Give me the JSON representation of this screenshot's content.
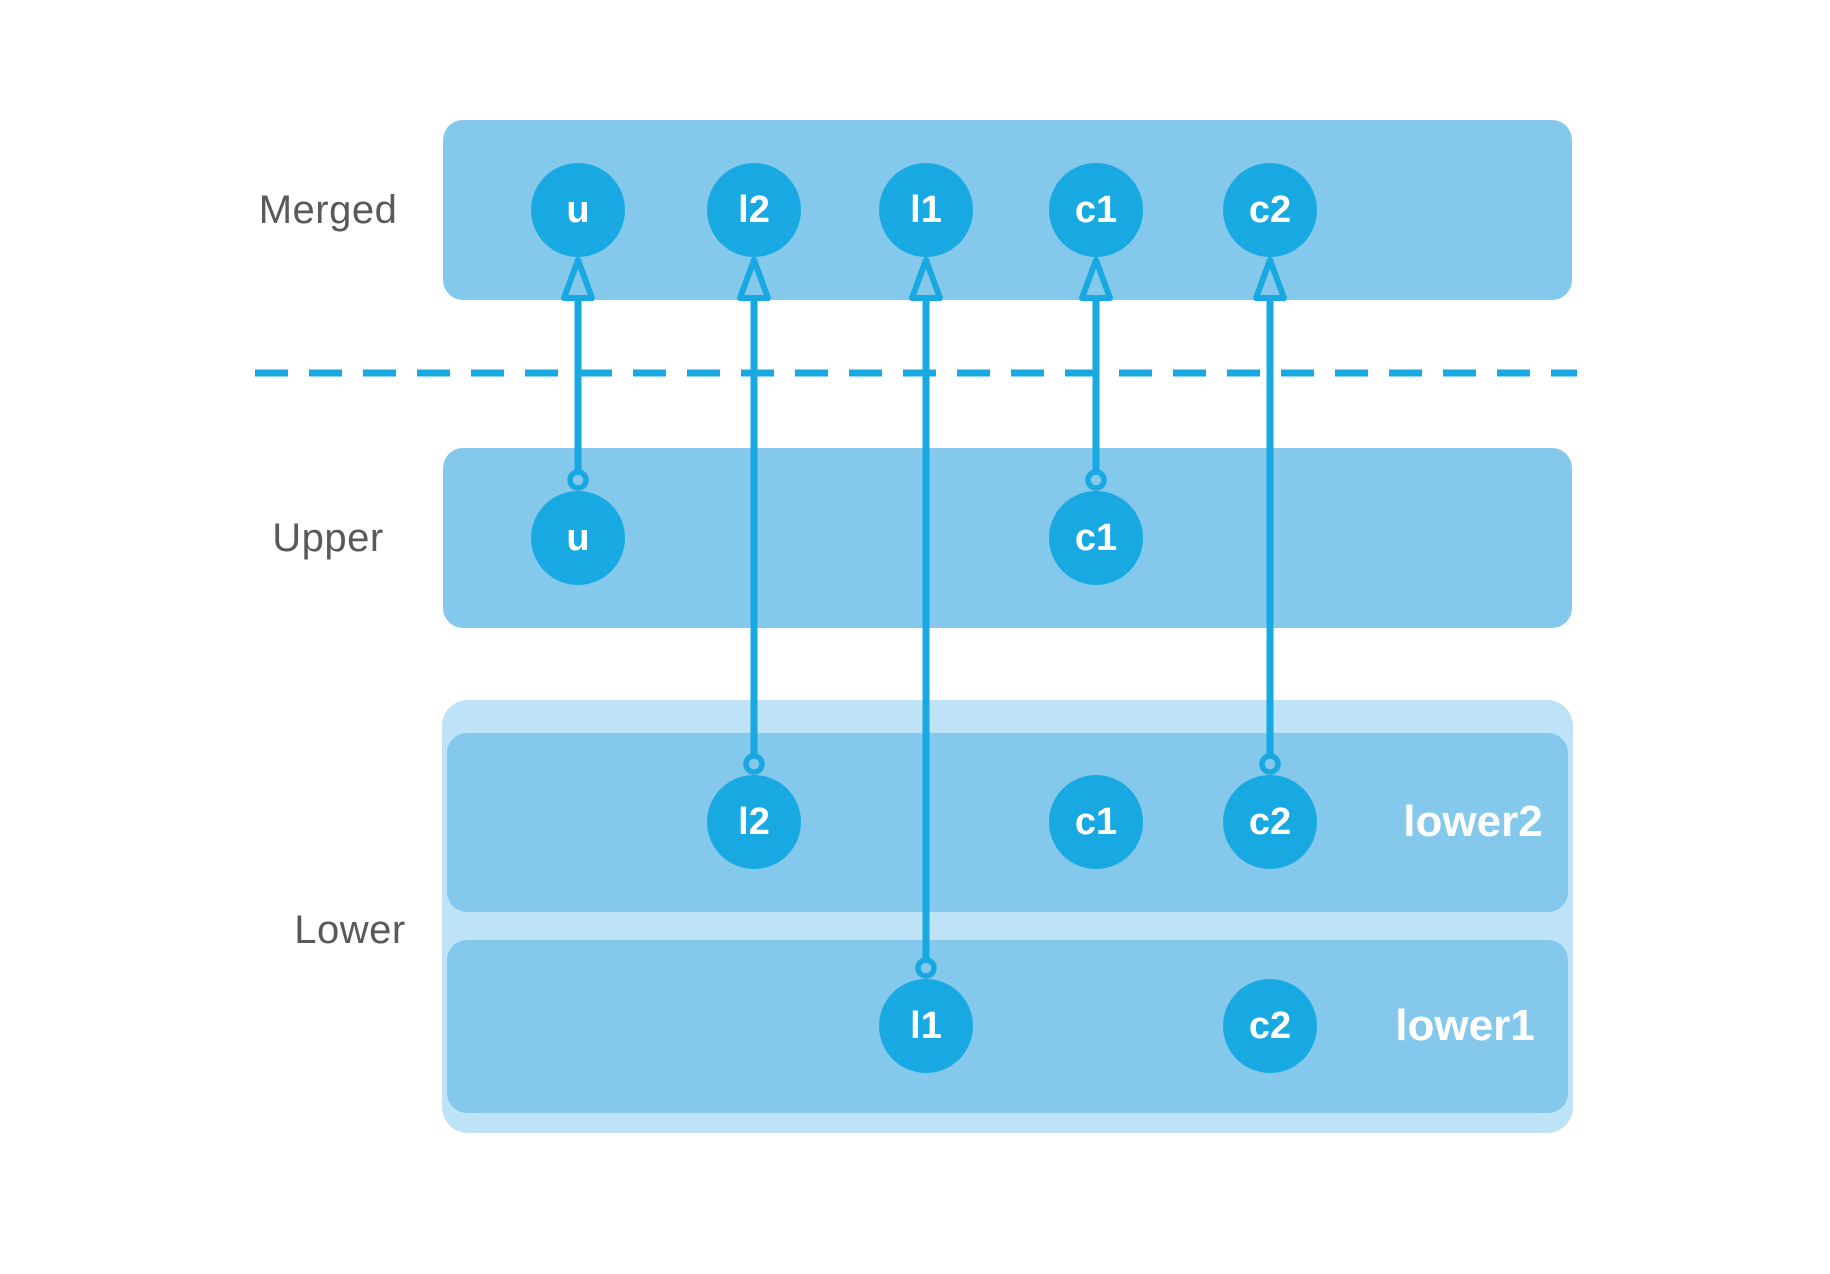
{
  "colors": {
    "accent": "#18A8E2",
    "band": "#84C9EB",
    "lower-outer": "#BEE3F6",
    "label-gray": "#58595B",
    "node-text": "#FFFFFF",
    "background": "#FFFFFF"
  },
  "labels": {
    "merged": "Merged",
    "upper": "Upper",
    "lower": "Lower",
    "lower2": "lower2",
    "lower1": "lower1"
  },
  "nodes": {
    "merged": [
      {
        "id": "u",
        "label": "u"
      },
      {
        "id": "l2",
        "label": "l2"
      },
      {
        "id": "l1",
        "label": "l1"
      },
      {
        "id": "c1",
        "label": "c1"
      },
      {
        "id": "c2",
        "label": "c2"
      }
    ],
    "upper": [
      {
        "id": "u",
        "label": "u"
      },
      {
        "id": "c1",
        "label": "c1"
      }
    ],
    "lower2": [
      {
        "id": "l2",
        "label": "l2"
      },
      {
        "id": "c1",
        "label": "c1"
      },
      {
        "id": "c2",
        "label": "c2"
      }
    ],
    "lower1": [
      {
        "id": "l1",
        "label": "l1"
      },
      {
        "id": "c2",
        "label": "c2"
      }
    ]
  },
  "arrows": [
    {
      "from": "upper.u",
      "to": "merged.u"
    },
    {
      "from": "lower2.l2",
      "to": "merged.l2"
    },
    {
      "from": "lower1.l1",
      "to": "merged.l1"
    },
    {
      "from": "upper.c1",
      "to": "merged.c1"
    },
    {
      "from": "lower2.c2",
      "to": "merged.c2"
    }
  ]
}
